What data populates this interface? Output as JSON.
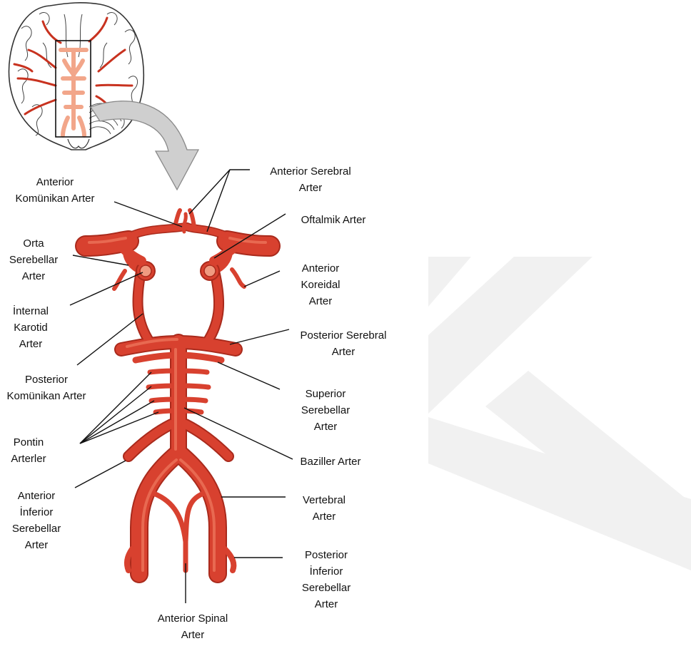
{
  "colors": {
    "artery": "#d8412f",
    "artery_dark": "#a92a1c",
    "artery_light": "#ef7a60",
    "brain_fill": "#ffffff",
    "brain_stroke": "#333333",
    "thumb_artery": "#f2a68a",
    "arrow_fill": "#cfcfcf",
    "arrow_stroke": "#8a8a8a",
    "watermark": "#f1f1f1",
    "leader": "#111111"
  },
  "icons": {
    "brain": "brain-base-illustration",
    "arrow": "curved-arrow",
    "watermark": "k-logo-watermark"
  },
  "labels": {
    "anterior_serebral": [
      "Anterior Serebral",
      "Arter"
    ],
    "anterior_komunikan": [
      "Anterior",
      "Komünikan Arter"
    ],
    "oftalmik": [
      "Oftalmik Arter"
    ],
    "orta_serebellar": [
      "Orta",
      "Serebellar",
      "Arter"
    ],
    "anterior_koreidal": [
      "Anterior",
      "Koreidal",
      "Arter"
    ],
    "internal_karotid": [
      "İnternal",
      "Karotid",
      "Arter"
    ],
    "posterior_serebral": [
      "Posterior Serebral",
      "Arter"
    ],
    "posterior_komunikan": [
      "Posterior",
      "Komünikan Arter"
    ],
    "superior_serebellar": [
      "Superior",
      "Serebellar",
      "Arter"
    ],
    "pontin": [
      "Pontin",
      "Arterler"
    ],
    "baziller": [
      "Baziller Arter"
    ],
    "anterior_inferior_serebellar": [
      "Anterior",
      "İnferior",
      "Serebellar",
      "Arter"
    ],
    "vertebral": [
      "Vertebral",
      "Arter"
    ],
    "posterior_inferior_serebellar": [
      "Posterior",
      "İnferior",
      "Serebellar",
      "Arter"
    ],
    "anterior_spinal": [
      "Anterior Spinal",
      "Arter"
    ]
  }
}
